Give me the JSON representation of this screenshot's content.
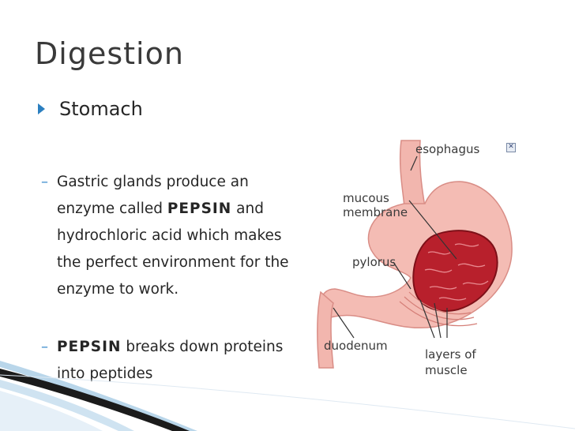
{
  "slide": {
    "title": "Digestion",
    "main_bullet": "Stomach",
    "sub_bullets": [
      {
        "dash": "–",
        "pre": "Gastric glands produce an enzyme called ",
        "emph": "PEPSIN",
        "post": " and hydrochloric acid which makes the perfect environment for the enzyme to work."
      },
      {
        "dash": "–",
        "emph": "PEPSIN",
        "post": " breaks down proteins into peptides"
      }
    ]
  },
  "diagram": {
    "labels": {
      "esophagus": "esophagus",
      "mucous": "mucous",
      "membrane": "membrane",
      "pylorus": "pylorus",
      "duodenum": "duodenum",
      "layers_of": "layers of",
      "muscle": "muscle"
    },
    "close_glyph": "✕"
  },
  "colors": {
    "accent": "#2b7fc0",
    "stomach_outer": "#f2b6ae",
    "stomach_inner": "#b8202c"
  }
}
